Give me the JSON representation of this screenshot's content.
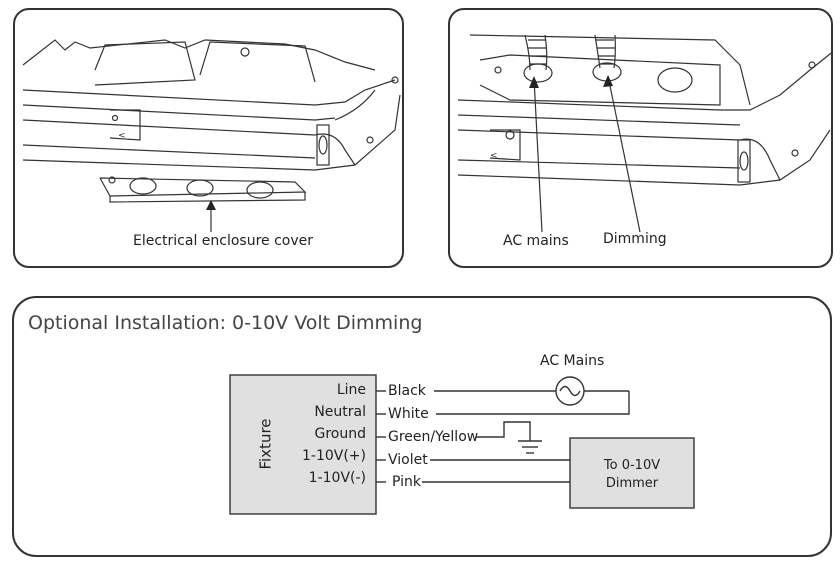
{
  "panel_left": {
    "label": "Electrical enclosure cover"
  },
  "panel_right": {
    "label_ac": "AC mains",
    "label_dim": "Dimming"
  },
  "wiring": {
    "title": "Optional Installation:  0-10V Volt Dimming",
    "ac_mains": "AC Mains",
    "fixture": "Fixture",
    "terminals": [
      "Line",
      "Neutral",
      "Ground",
      "1-10V(+)",
      "1-10V(-)"
    ],
    "wires": [
      "Black",
      "White",
      "Green/Yellow",
      "Violet",
      "Pink"
    ],
    "dimmer_line1": "To 0-10V",
    "dimmer_line2": "Dimmer"
  }
}
